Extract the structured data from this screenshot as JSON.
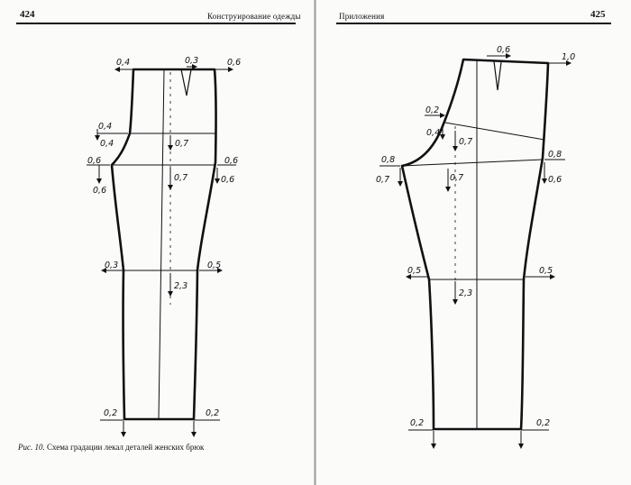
{
  "left_page": {
    "page_number": "424",
    "running_head": "Конструирование одежды",
    "caption_label": "Рис. 10.",
    "caption_text": "Схема градации лекал деталей женских брюк",
    "labels": {
      "waist_left": "0,4",
      "dart": "0,3",
      "waist_right": "0,6",
      "hip_top_out": "0,4",
      "hip_top_in": "0,4",
      "step_hip": "0,7",
      "crotch_out": "0,6",
      "crotch_in": "0,6",
      "step_crotch": "0,7",
      "side_out": "0,6",
      "side_in": "0,6",
      "knee_left": "0,3",
      "knee_right": "0,5",
      "step_knee": "2,3",
      "hem_left": "0,2",
      "hem_right": "0,2"
    }
  },
  "right_page": {
    "page_number": "425",
    "running_head": "Приложения",
    "labels": {
      "waist_top": "0,6",
      "waist_right": "1,0",
      "hip_top_out": "0,2",
      "hip_top_in": "0,4",
      "step_hip": "0,7",
      "crotch_out": "0,8",
      "crotch_in": "0,7",
      "step_crotch": "0,7",
      "side_out": "0,8",
      "side_in": "0,6",
      "knee_left": "0,5",
      "knee_right": "0,5",
      "step_knee": "2,3",
      "hem_left": "0,2",
      "hem_right": "0,2"
    }
  }
}
